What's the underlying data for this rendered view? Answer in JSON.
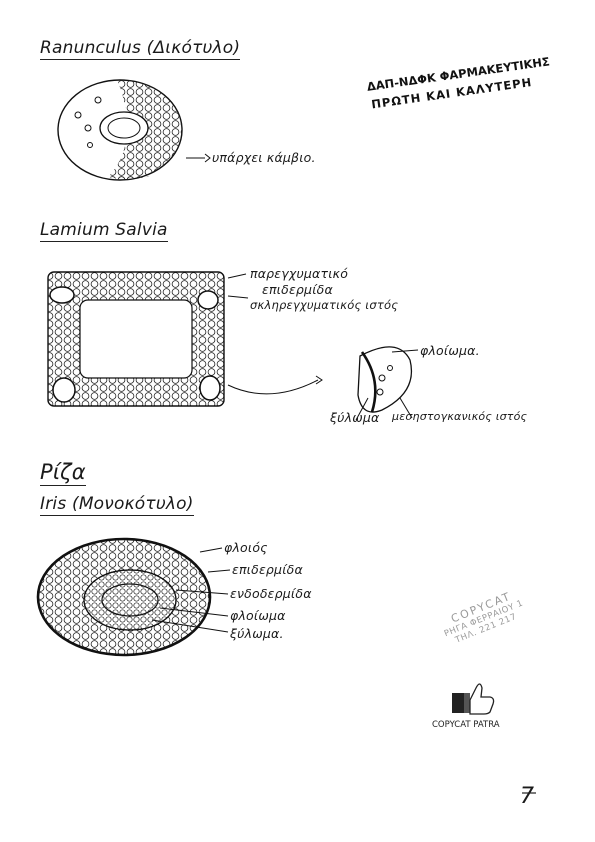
{
  "sections": [
    {
      "title": "Ranunculus (Δικότυλο)",
      "labels": [
        "υπάρχει κάμβιο."
      ]
    },
    {
      "title": "Lamium Salvia",
      "labels": [
        "παρεγχυματικό",
        "επιδερμίδα",
        "σκληρεγχυματικός ιστός",
        "φλοίωμα.",
        "ξύλωμα",
        "μεσηστογκανικός ιστός"
      ]
    },
    {
      "title": "Ρίζα",
      "subtitle": "Iris (Μονοκότυλο)",
      "labels": [
        "φλοιός",
        "επιδερμίδα",
        "ενδοδερμίδα",
        "φλοίωμα",
        "ξύλωμα."
      ]
    }
  ],
  "stamp": {
    "line1": "ΔΑΠ-ΝΔΦΚ ΦΑΡΜΑΚΕΥΤΙΚΗΣ",
    "line2": "ΠΡΩΤΗ ΚΑΙ ΚΑΛΥΤΕΡΗ"
  },
  "watermark": {
    "line1": "COPYCAT",
    "line2": "ΡΗΓΑ ΦΕΡΡΑΙΟΥ 1",
    "line3": "ΤΗΛ. 221 217"
  },
  "logo": {
    "icon": "thumbs-up-icon",
    "caption": "COPYCAT PATRA"
  },
  "page_number": "7"
}
